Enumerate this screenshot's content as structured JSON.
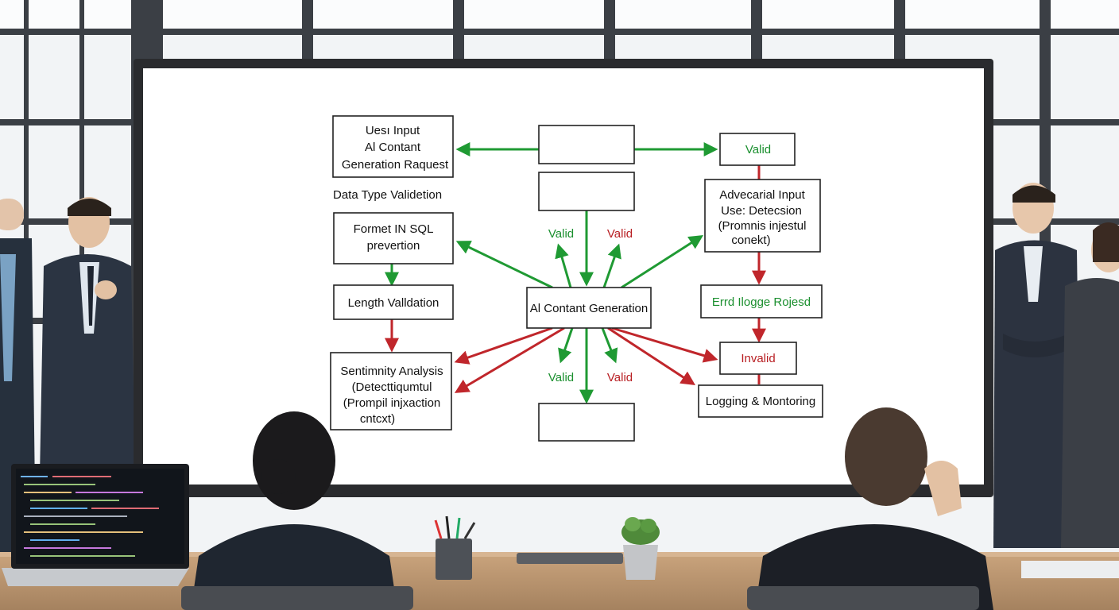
{
  "diagram": {
    "user_input_box": {
      "lines": [
        "Uesı Input",
        "Al Contant",
        "Generation Raquest"
      ]
    },
    "data_type_label": "Data Type Validetion",
    "format_box": {
      "lines": [
        "Formet IN SQL",
        "prevertion"
      ]
    },
    "length_box": {
      "lines": [
        "Length Valldation"
      ]
    },
    "sentiment_box": {
      "lines": [
        "Sentimnity Analysis",
        "(Detecttiqumtul",
        "(Prompil injxaction",
        "cntcxt)"
      ]
    },
    "center_box": {
      "lines": [
        "Al Contant Generation"
      ]
    },
    "valid_top_box": {
      "lines": [
        "Valid"
      ]
    },
    "adversarial_box": {
      "lines": [
        "Advecarial Input",
        "Use: Detecsion",
        "(Promnis injestul",
        "conekt)"
      ]
    },
    "error_box": {
      "lines": [
        "Errd Ilogge Rojesd"
      ]
    },
    "invalid_box": {
      "lines": [
        "Invalid"
      ]
    },
    "logging_box": {
      "lines": [
        "Logging & Montoring"
      ]
    },
    "arrow_labels": {
      "valid_upper_left": "Valid",
      "valid_upper_right": "Valid",
      "valid_lower_left": "Valid",
      "valid_lower_right": "Valid"
    }
  },
  "colors": {
    "valid_arrow": "#1f9a33",
    "invalid_arrow": "#c0262b",
    "screen_bezel": "#2a2b2e",
    "screen_face": "#ffffff"
  }
}
